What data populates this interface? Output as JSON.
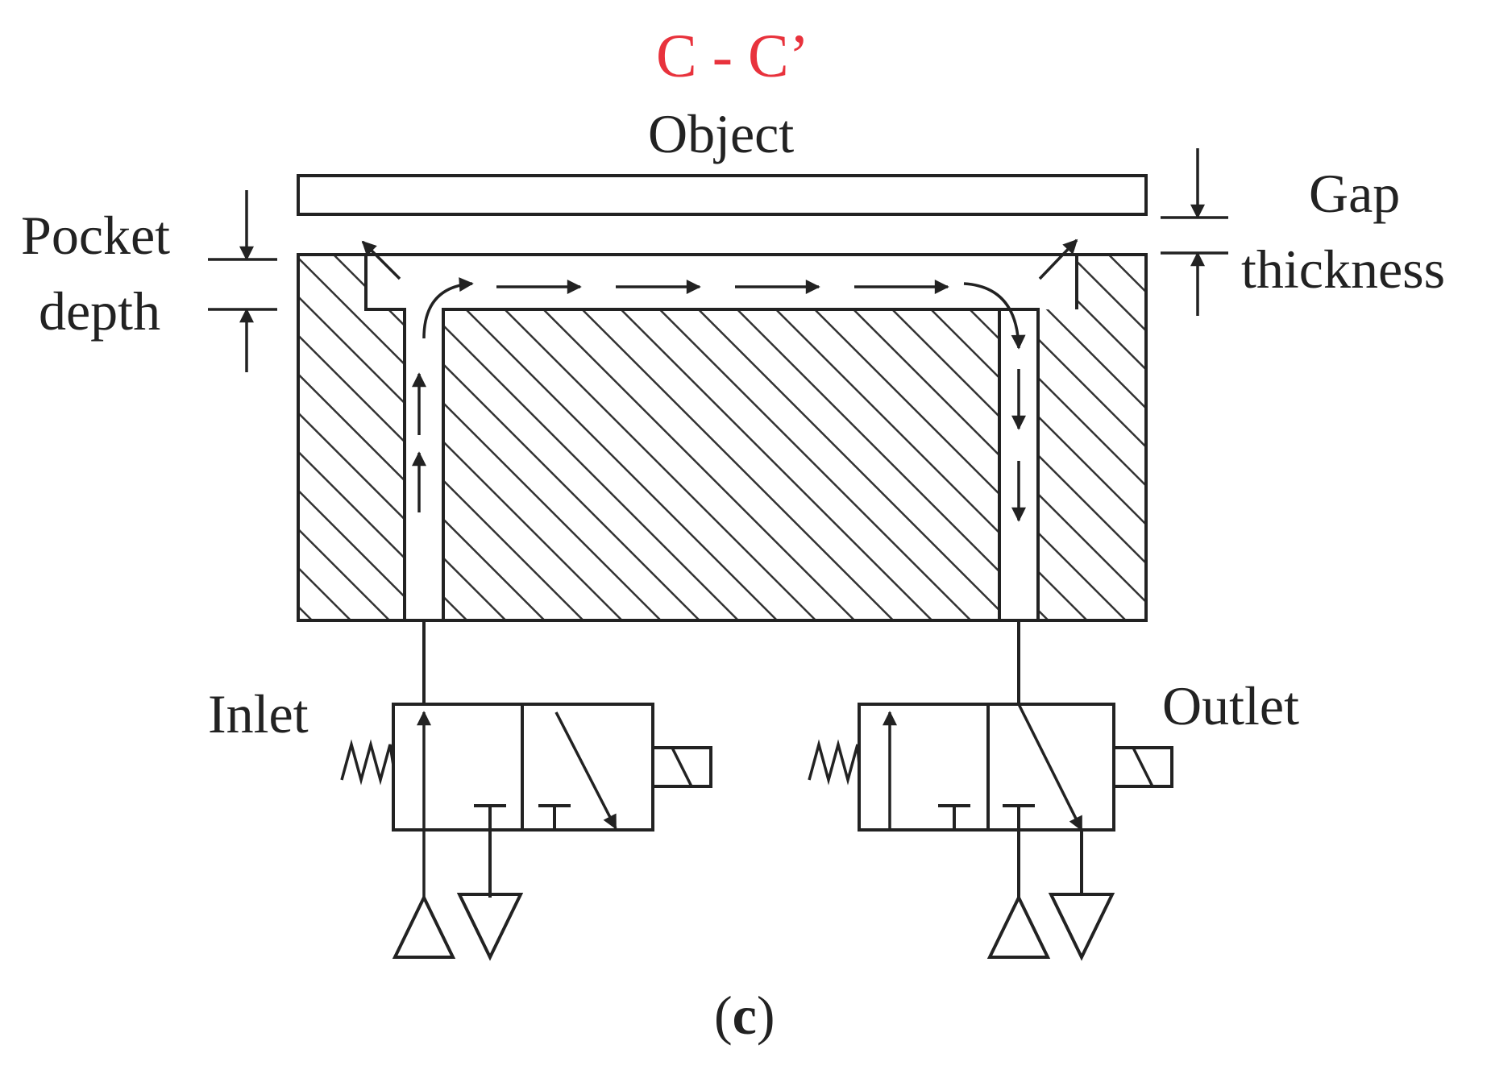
{
  "labels": {
    "section": "C - C’",
    "object": "Object",
    "pocket_line1": "Pocket",
    "pocket_line2": "depth",
    "gap_line1": "Gap",
    "gap_line2": "thickness",
    "inlet": "Inlet",
    "outlet": "Outlet",
    "caption_open": "(",
    "caption_letter": "c",
    "caption_close": ")"
  },
  "colors": {
    "section": "#e8323c",
    "ink": "#222222"
  },
  "icons": [
    "hatch-pattern",
    "flow-arrow",
    "spring-icon",
    "solenoid-icon",
    "supply-triangle-icon",
    "exhaust-triangle-icon"
  ]
}
